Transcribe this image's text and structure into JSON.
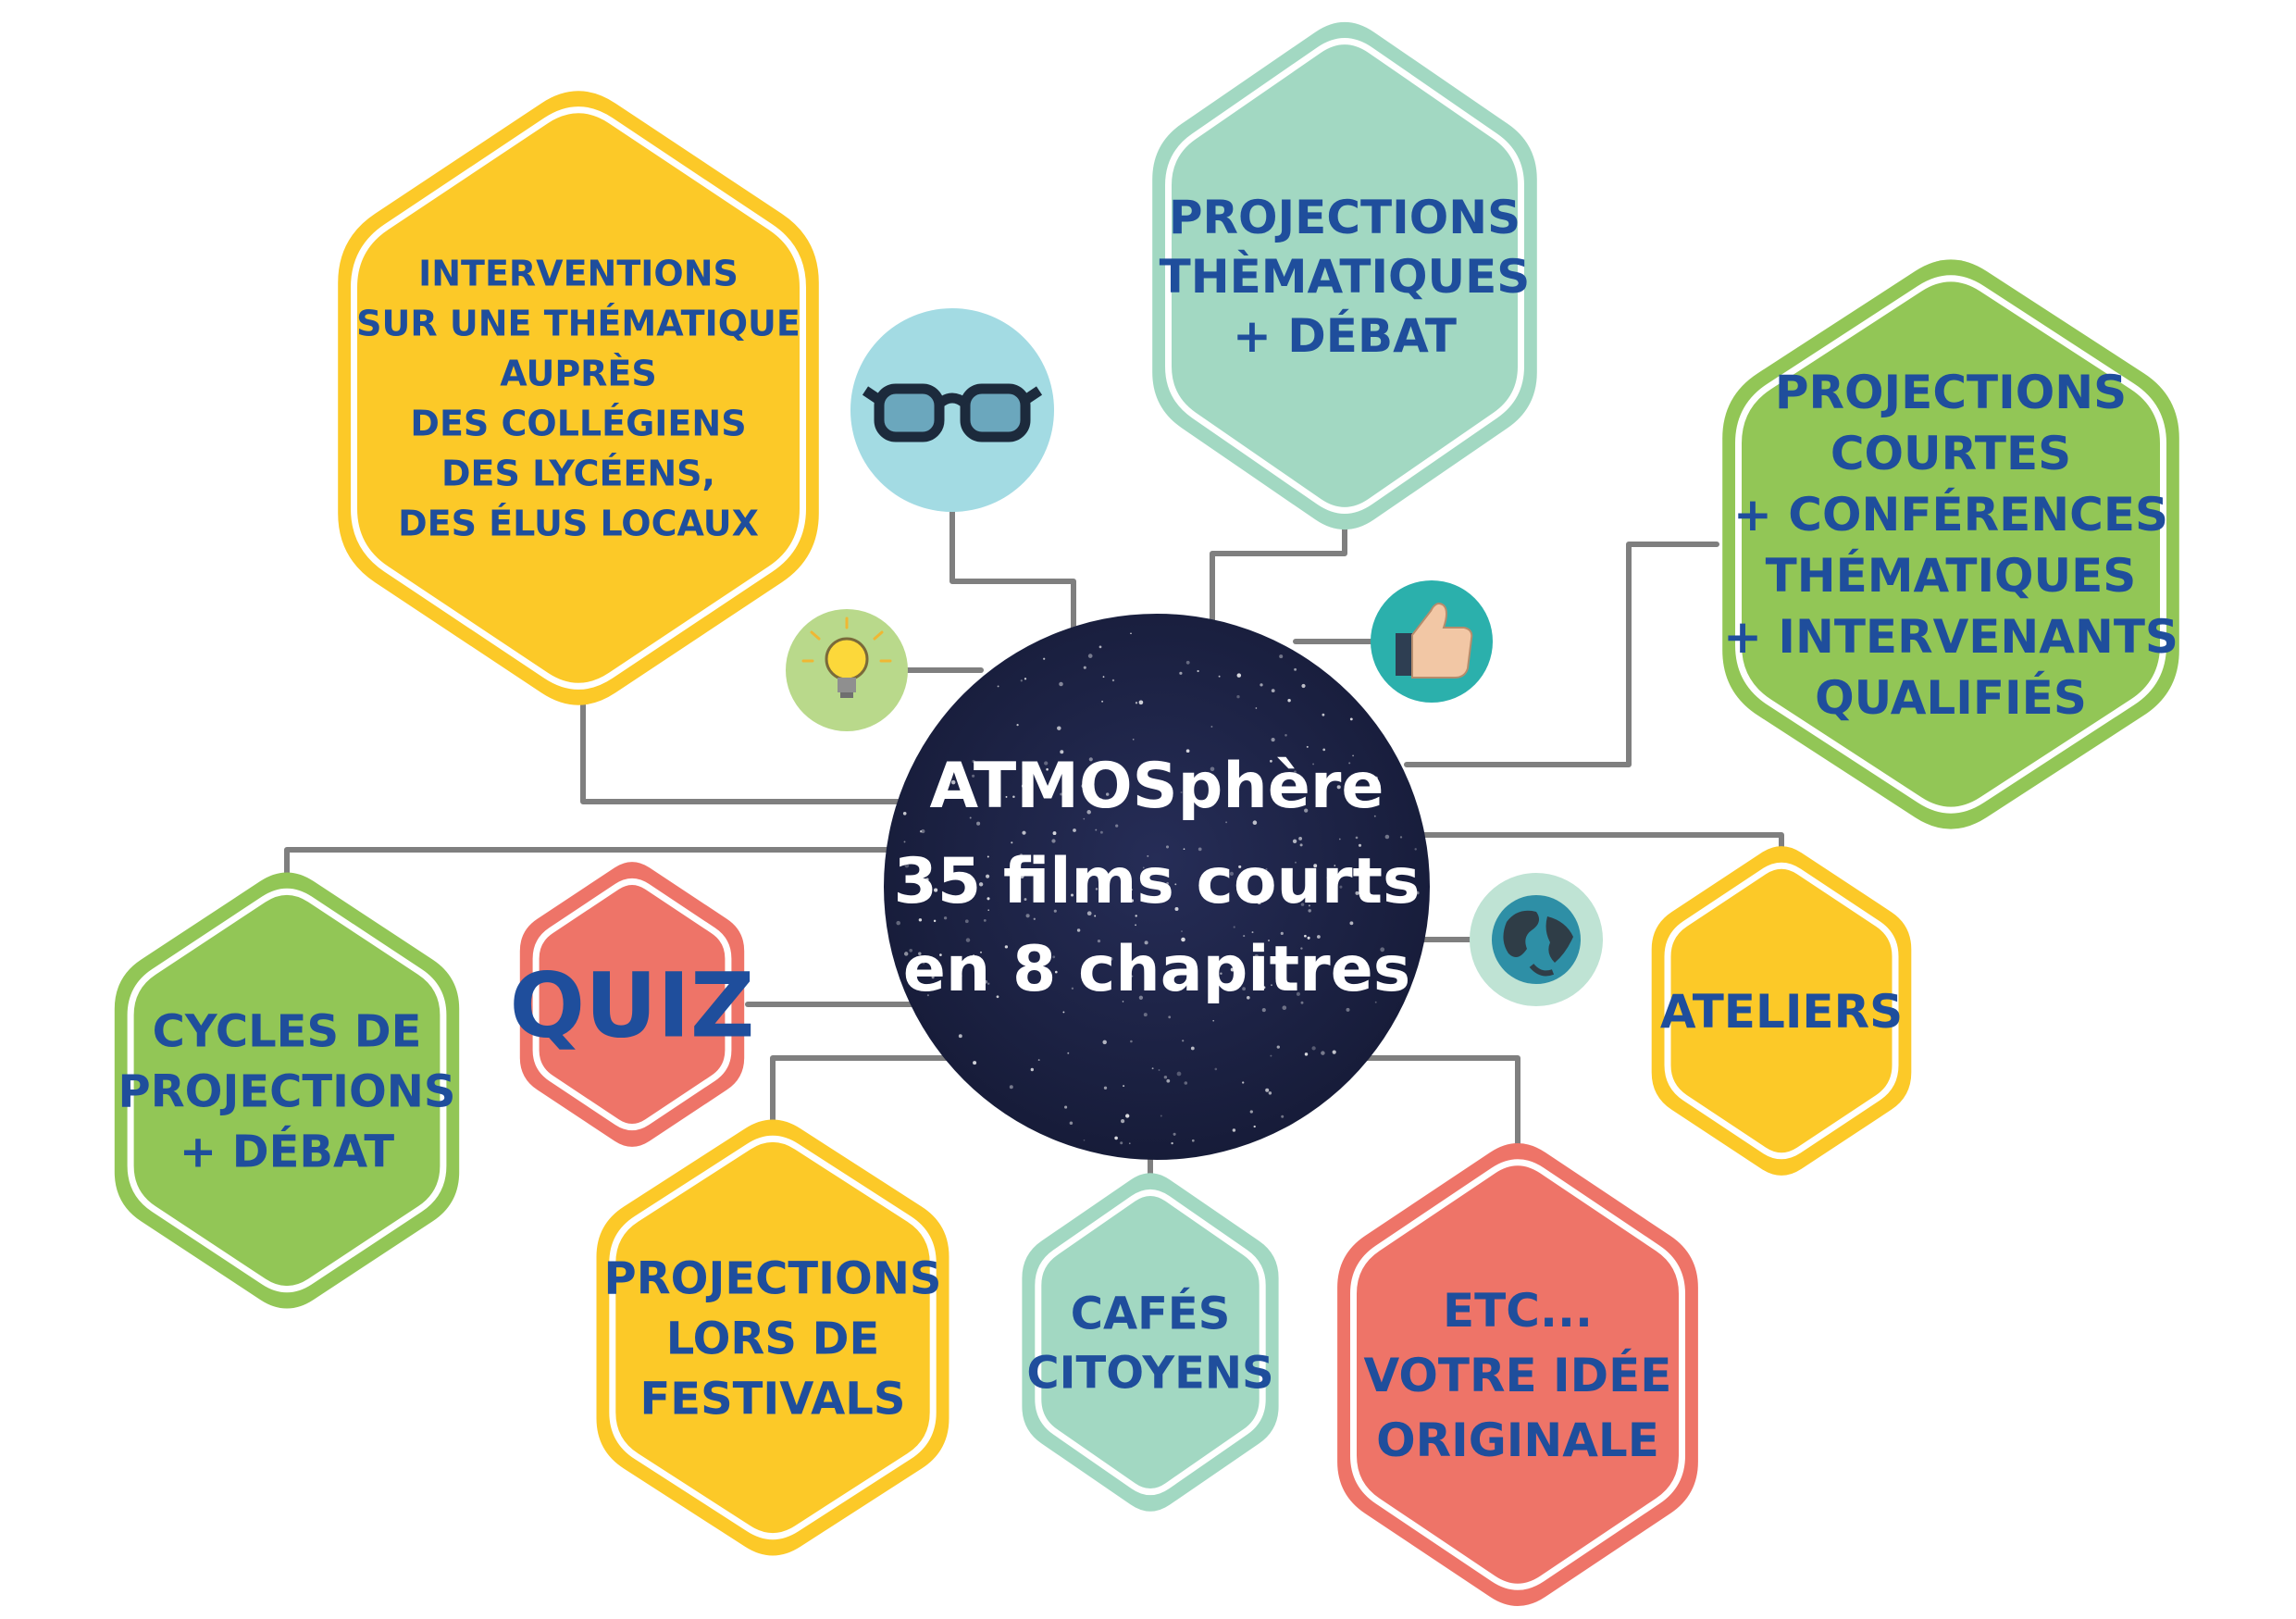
{
  "colors": {
    "yellow": "#fcc928",
    "mint": "#a2d8c2",
    "green": "#92c656",
    "coral": "#ee7468",
    "text_blue": "#1f4e9c",
    "connector": "#7f7f7f",
    "center_bg": "#1b2142"
  },
  "center": {
    "lines": [
      "ATMOSphère",
      "35 films courts",
      "en 8 chapitres"
    ]
  },
  "nodes": [
    {
      "id": "interventions",
      "color": "yellow",
      "lines": [
        "INTERVENTIONS",
        "SUR UNE THÉMATIQUE",
        "AUPRÈS",
        "DES COLLÉGIENS",
        "DES LYCÉENS,",
        "DES ÉLUS LOCAUX"
      ]
    },
    {
      "id": "projections-thematiques",
      "color": "mint",
      "lines": [
        "PROJECTIONS",
        "THÈMATIQUES",
        "+ DÉBAT"
      ]
    },
    {
      "id": "projections-courtes",
      "color": "green",
      "lines": [
        "PROJECTIONS",
        "COURTES",
        "+ CONFÉRENCES",
        "THÉMATIQUES",
        "+ INTERVENANTS",
        "QUALIFIÉS"
      ]
    },
    {
      "id": "cycles",
      "color": "green",
      "lines": [
        "CYCLES DE",
        "PROJECTIONS",
        "+ DÉBAT"
      ]
    },
    {
      "id": "quiz",
      "color": "coral",
      "lines": [
        "QUIZ"
      ]
    },
    {
      "id": "ateliers",
      "color": "yellow",
      "lines": [
        "ATELIERS"
      ]
    },
    {
      "id": "festivals",
      "color": "yellow",
      "lines": [
        "PROJECTIONS",
        "LORS DE",
        "FESTIVALS"
      ]
    },
    {
      "id": "cafes",
      "color": "mint",
      "lines": [
        "CAFÉS",
        "CITOYENS"
      ]
    },
    {
      "id": "etc",
      "color": "coral",
      "lines": [
        "ETC...",
        "VOTRE IDÉE",
        "ORIGINALE"
      ]
    }
  ],
  "icons": [
    {
      "id": "glasses",
      "name": "glasses-icon",
      "bg": "#a3dbe3"
    },
    {
      "id": "bulb",
      "name": "lightbulb-icon",
      "bg": "#b9d98b"
    },
    {
      "id": "thumb",
      "name": "thumbs-up-icon",
      "bg": "#2bb0ac"
    },
    {
      "id": "globe",
      "name": "globe-icon",
      "bg": "#bfe3d4"
    }
  ]
}
